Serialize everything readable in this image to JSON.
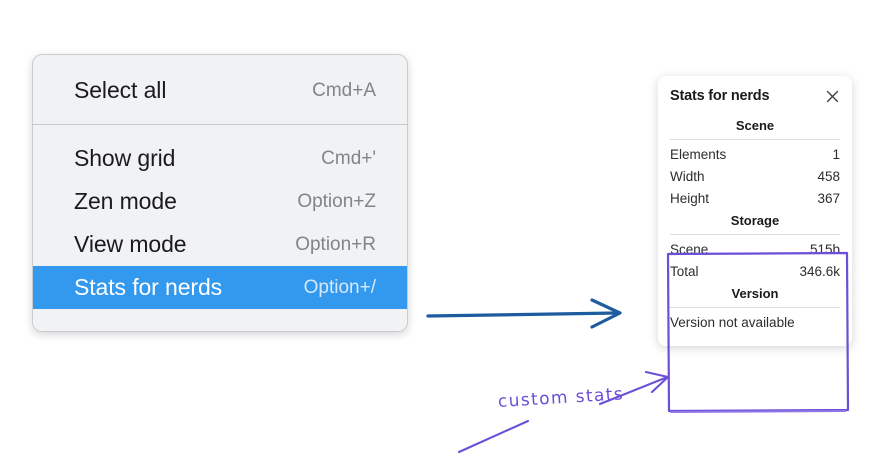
{
  "context_menu": {
    "groups": [
      {
        "items": [
          {
            "label": "Select all",
            "shortcut": "Cmd+A",
            "selected": false
          }
        ]
      },
      {
        "items": [
          {
            "label": "Show grid",
            "shortcut": "Cmd+'",
            "selected": false
          },
          {
            "label": "Zen mode",
            "shortcut": "Option+Z",
            "selected": false
          },
          {
            "label": "View mode",
            "shortcut": "Option+R",
            "selected": false
          },
          {
            "label": "Stats for nerds",
            "shortcut": "Option+/",
            "selected": true
          }
        ]
      }
    ],
    "highlight_color": "#3399ee"
  },
  "stats_panel": {
    "title": "Stats for nerds",
    "close_icon": "close-icon",
    "sections": [
      {
        "heading": "Scene",
        "rows": [
          {
            "key": "Elements",
            "value": "1"
          },
          {
            "key": "Width",
            "value": "458"
          },
          {
            "key": "Height",
            "value": "367"
          }
        ]
      },
      {
        "heading": "Storage",
        "rows": [
          {
            "key": "Scene",
            "value": "515b"
          },
          {
            "key": "Total",
            "value": "346.6k"
          }
        ]
      },
      {
        "heading": "Version",
        "text": "Version not available"
      }
    ]
  },
  "annotations": {
    "label": "custom stats",
    "blue_arrow_color": "#1d5c9e",
    "purple_color": "#6b4fd8"
  }
}
